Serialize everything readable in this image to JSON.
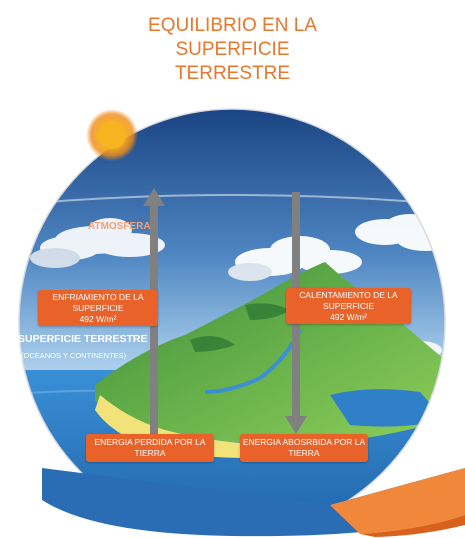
{
  "title": {
    "line1": "EQUILIBRIO EN LA",
    "line2": "SUPERFICIE",
    "line3": "TERRESTRE"
  },
  "labels": {
    "atmosphere": "ATMOSFERA",
    "surface_title": "SUPERFICIE TERRESTRE",
    "surface_sub": "(OCEANOS Y CONTINENTES)"
  },
  "boxes": {
    "cooling": {
      "line1": "ENFRIAMIENTO DE LA",
      "line2": "SUPERFICIE",
      "line3": "492 W/m²"
    },
    "heating": {
      "line1": "CALENTAMIENTO DE LA",
      "line2": "SUPERFICIE",
      "line3": "492 W/m²"
    },
    "lost": {
      "line1": "ENERGIA PERDIDA POR LA",
      "line2": "TIERRA"
    },
    "absorbed": {
      "line1": "ENERGIA ABOSRBIDA POR LA",
      "line2": "TIERRA"
    }
  },
  "colors": {
    "title": "#e8762b",
    "box": "#e8622a",
    "arrow": "#7f7f7f",
    "sky_top": "#1e4f9a",
    "ocean": "#2f7fc9",
    "land": "#6cb84a",
    "sun": "#f6a21a"
  }
}
